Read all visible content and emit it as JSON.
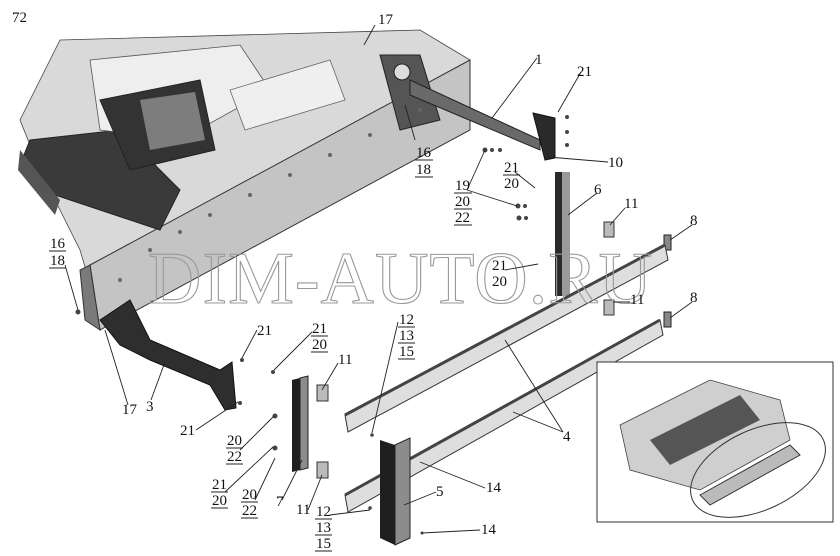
{
  "page_number": "72",
  "watermark": "DIM-AUTO.RU",
  "callouts": {
    "c17_top": "17",
    "c1": "1",
    "c21_top": "21",
    "c16_top": "16",
    "c18_top": "18",
    "c10": "10",
    "c19": "19",
    "c20_a": "20",
    "c22_a": "22",
    "c21_b": "21",
    "c20_b": "20",
    "c6": "6",
    "c11_top": "11",
    "c8_top": "8",
    "c16_left": "16",
    "c18_left": "18",
    "c21_mid": "21",
    "c20_mid": "20",
    "c11_mid": "11",
    "c8_mid": "8",
    "c21_c": "21",
    "c21_d": "21",
    "c20_d": "20",
    "c11_c": "11",
    "c12_a": "12",
    "c13_a": "13",
    "c15_a": "15",
    "c3": "3",
    "c17_bottom": "17",
    "c21_e": "21",
    "c20_e": "20",
    "c22_e": "22",
    "c4": "4",
    "c21_f": "21",
    "c20_f": "20",
    "c20_g": "20",
    "c22_g": "22",
    "c7": "7",
    "c11_d": "11",
    "c14_a": "14",
    "c5": "5",
    "c12_b": "12",
    "c13_b": "13",
    "c15_b": "15",
    "c14_b": "14"
  },
  "colors": {
    "part_dark": "#2a2a2a",
    "part_mid": "#8a8a8a",
    "part_light": "#d6d6d6",
    "line": "#222222"
  }
}
